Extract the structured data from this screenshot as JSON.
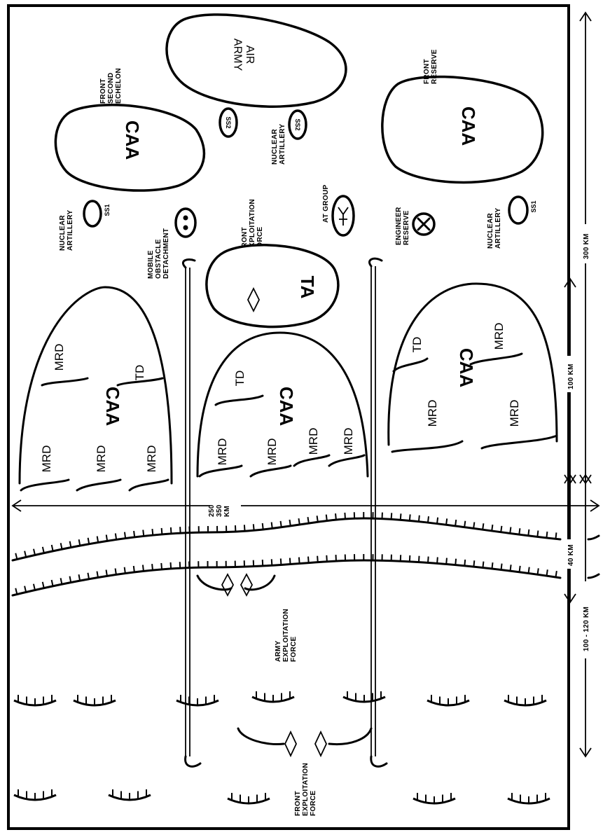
{
  "formations": {
    "air_army": "AIR\nARMY",
    "caa": "CAA",
    "ta": "TA",
    "mrd": "MRD",
    "td": "TD",
    "ss1": "SS1",
    "ss2": "SS2"
  },
  "labels": {
    "front_second_echelon": "FRONT\nSECOND\nECHELON",
    "front_reserve": "FRONT\nRESERVE",
    "nuclear_artillery": "NUCLEAR\nARTILLERY",
    "mobile_obstacle_detachment": "MOBILE\nOBSTACLE\nDETACHMENT",
    "front_exploitation_force": "FRONT\nEXPLOITATION\nFORCE",
    "at_group": "AT GROUP",
    "engineer_reserve": "ENGINEER\nRESERVE",
    "army_exploitation_force": "ARMY\nEXPLOITATION\nFORCE"
  },
  "distances": {
    "d_300": "300 KM",
    "d_100": "100 KM",
    "d_250_350": "250\n350\nKM",
    "d_40": "40 KM",
    "d_100_120": "100 - 120 KM"
  },
  "colors": {
    "ink": "#000000",
    "paper": "#ffffff"
  }
}
